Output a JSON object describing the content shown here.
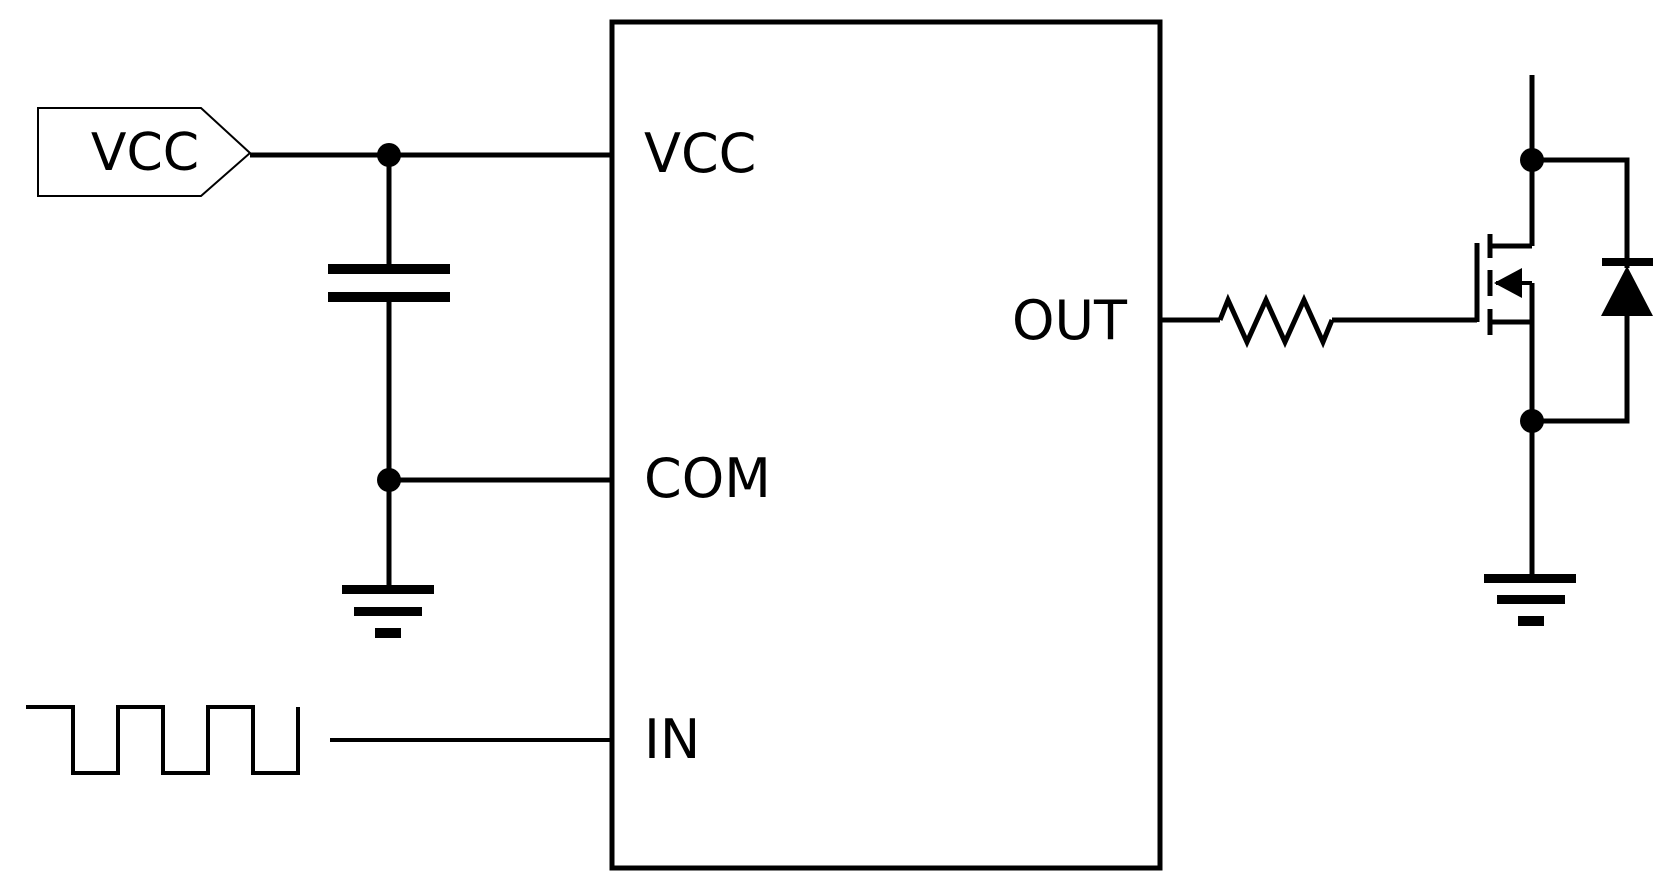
{
  "vcc_port": {
    "label": "VCC"
  },
  "driver": {
    "pins": {
      "vcc": "VCC",
      "com": "COM",
      "in": "IN",
      "out": "OUT"
    }
  },
  "colors": {
    "ink": "#000000",
    "paper": "#ffffff"
  }
}
